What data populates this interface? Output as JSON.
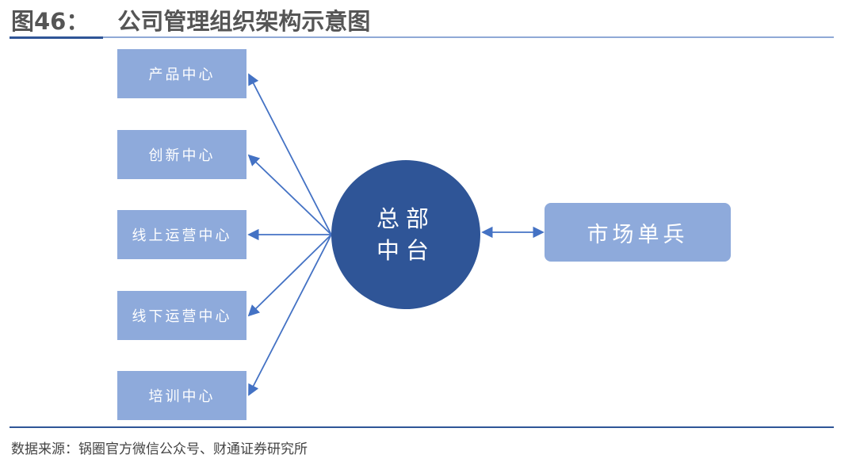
{
  "title": {
    "figure": "图46：",
    "text": "公司管理组织架构示意图"
  },
  "center": {
    "line1": "总部",
    "line2": "中台"
  },
  "left_nodes": [
    "产品中心",
    "创新中心",
    "线上运营中心",
    "线下运营中心",
    "培训中心"
  ],
  "right_node": "市场单兵",
  "source": "数据来源：锅圈官方微信公众号、财通证券研究所",
  "colors": {
    "center": "#2f5597",
    "node": "#8eaadb",
    "arrow": "#4472c4"
  }
}
